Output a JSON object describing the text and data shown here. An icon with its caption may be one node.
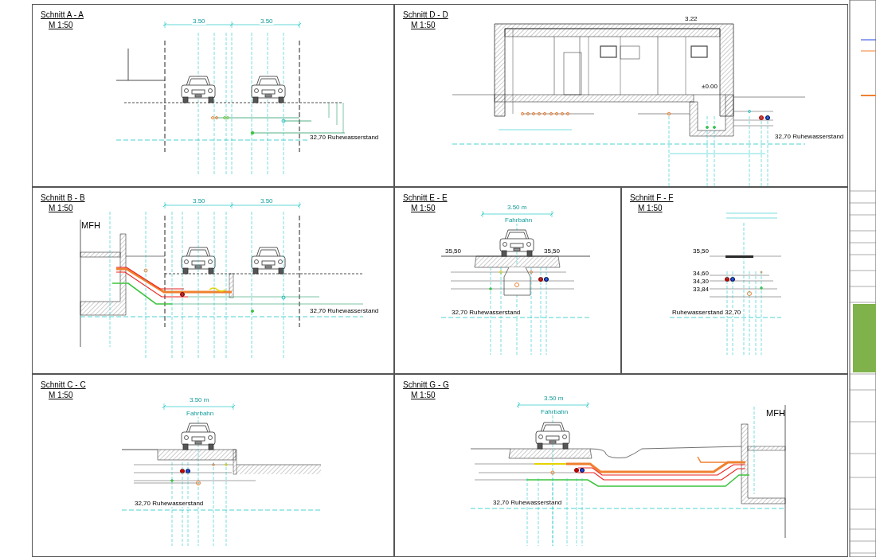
{
  "diagram": {
    "nodes": [
      {
        "text": [
          "Schnitt  A - A",
          "M 1:50"
        ]
      },
      {
        "text": [
          "Schnitt  D - D",
          "M 1:50"
        ]
      },
      {
        "text": [
          "Schnitt  B - B",
          "M 1:50"
        ]
      },
      {
        "text": [
          "Schnitt  E - E",
          "M 1:50"
        ]
      },
      {
        "text": [
          "Schnitt  F - F",
          "M 1:50"
        ]
      },
      {
        "text": [
          "Schnitt  C - C",
          "M 1:50"
        ]
      },
      {
        "text": [
          "Schnitt  G - G",
          "M 1:50"
        ]
      }
    ],
    "labels": [
      "3.50",
      "3.50",
      "32,70 Ruhewasserstand",
      "3.22",
      "±0.00",
      "32,70 Ruhewasserstand",
      "MFH",
      "3.50",
      "3.50",
      "32,70 Ruhewasserstand",
      "3.50 m",
      "Fahrbahn",
      "35,50",
      "35,50",
      "32,70 Ruhewasserstand",
      "35,50",
      "34,60",
      "34,30",
      "33,84",
      "Ruhewasserstand 32,70",
      "3.50 m",
      "Fahrbahn",
      "32,70 Ruhewasserstand",
      "3.50 m",
      "Fahrbahn",
      "MFH",
      "32,70 Ruhewasserstand"
    ]
  }
}
